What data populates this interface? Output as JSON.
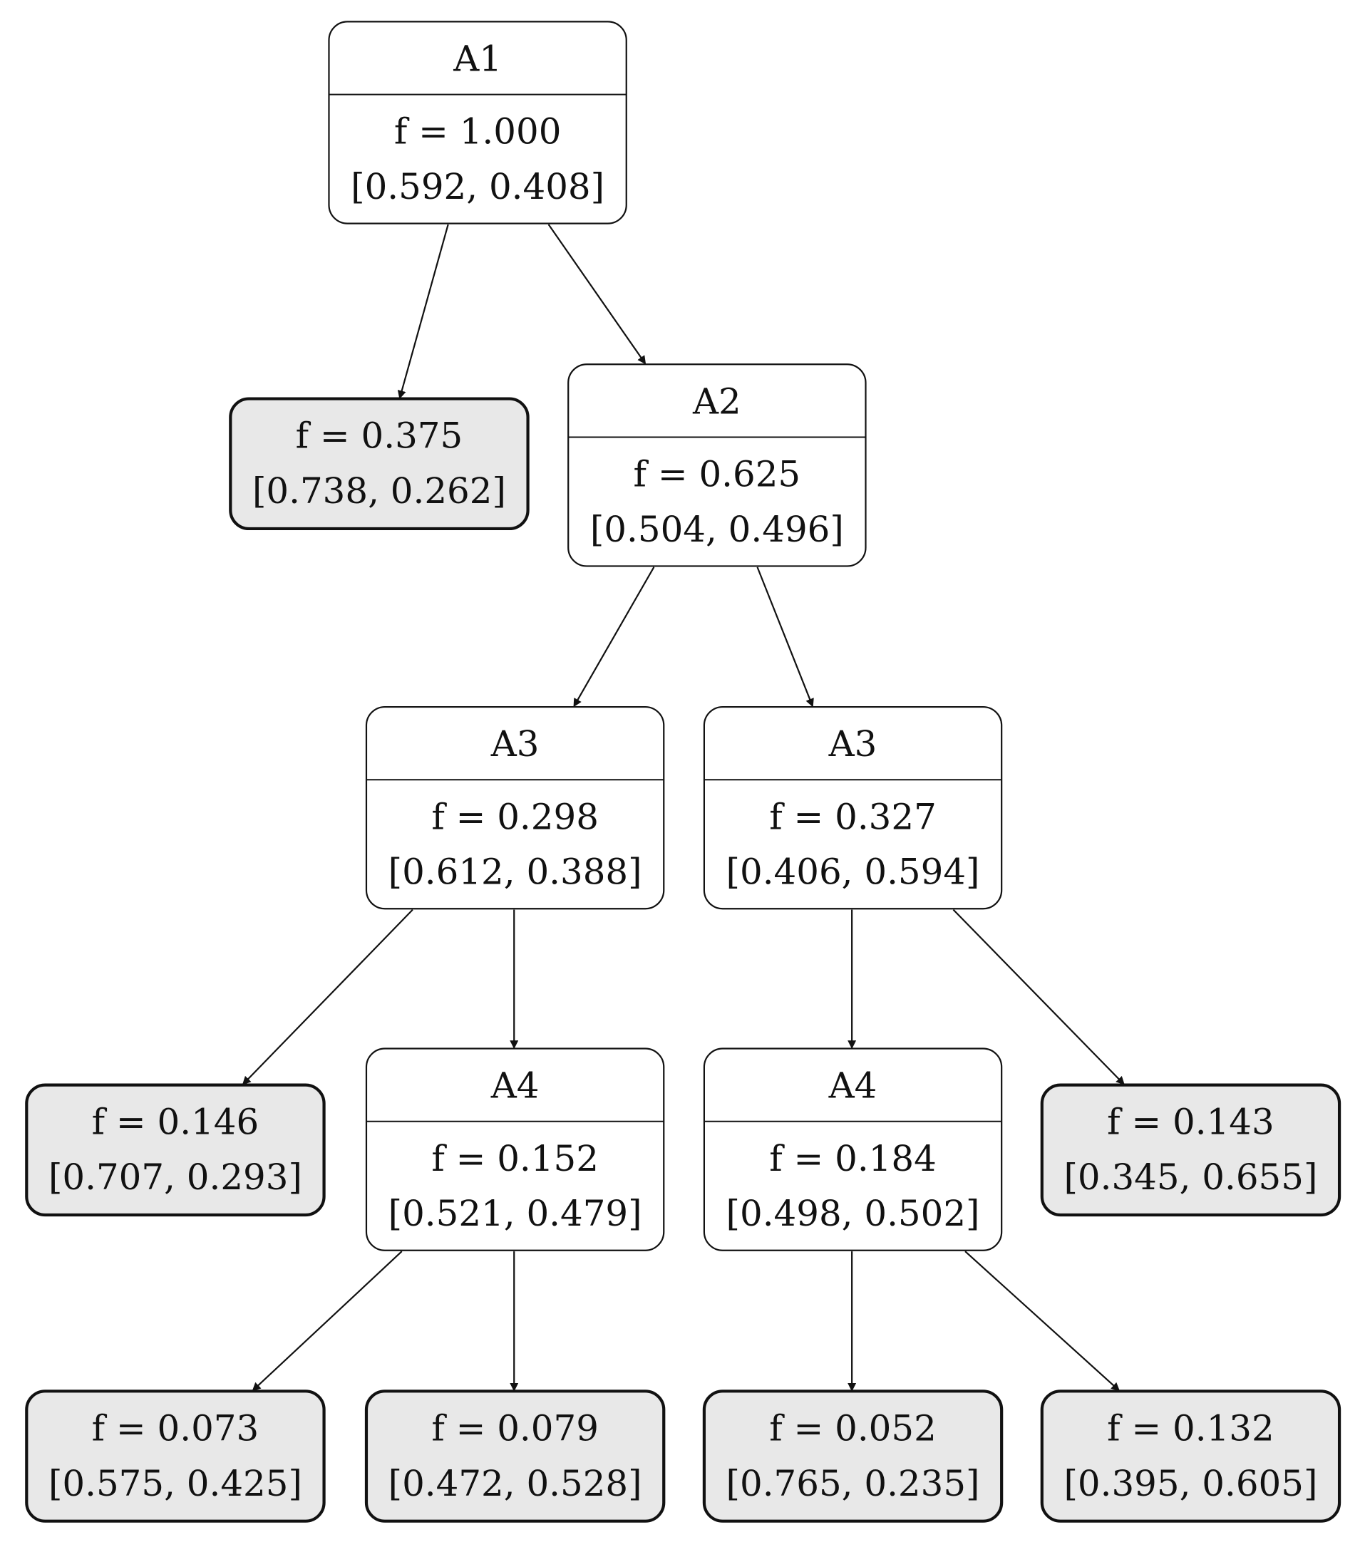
{
  "tree": {
    "nodes": [
      {
        "id": "n_a1",
        "split": "A1",
        "f": "f = 1.000",
        "dist": "[0.592, 0.408]",
        "leaf": false
      },
      {
        "id": "n_l1",
        "split": "",
        "f": "f = 0.375",
        "dist": "[0.738, 0.262]",
        "leaf": true
      },
      {
        "id": "n_a2",
        "split": "A2",
        "f": "f = 0.625",
        "dist": "[0.504, 0.496]",
        "leaf": false
      },
      {
        "id": "n_a3l",
        "split": "A3",
        "f": "f = 0.298",
        "dist": "[0.612, 0.388]",
        "leaf": false
      },
      {
        "id": "n_a3r",
        "split": "A3",
        "f": "f = 0.327",
        "dist": "[0.406, 0.594]",
        "leaf": false
      },
      {
        "id": "n_l2",
        "split": "",
        "f": "f = 0.146",
        "dist": "[0.707, 0.293]",
        "leaf": true
      },
      {
        "id": "n_a4l",
        "split": "A4",
        "f": "f = 0.152",
        "dist": "[0.521, 0.479]",
        "leaf": false
      },
      {
        "id": "n_a4r",
        "split": "A4",
        "f": "f = 0.184",
        "dist": "[0.498, 0.502]",
        "leaf": false
      },
      {
        "id": "n_l3",
        "split": "",
        "f": "f = 0.143",
        "dist": "[0.345, 0.655]",
        "leaf": true
      },
      {
        "id": "n_l4",
        "split": "",
        "f": "f = 0.073",
        "dist": "[0.575, 0.425]",
        "leaf": true
      },
      {
        "id": "n_l5",
        "split": "",
        "f": "f = 0.079",
        "dist": "[0.472, 0.528]",
        "leaf": true
      },
      {
        "id": "n_l6",
        "split": "",
        "f": "f = 0.052",
        "dist": "[0.765, 0.235]",
        "leaf": true
      },
      {
        "id": "n_l7",
        "split": "",
        "f": "f = 0.132",
        "dist": "[0.395, 0.605]",
        "leaf": true
      }
    ],
    "edges": [
      {
        "from": "n_a1",
        "to": "n_l1"
      },
      {
        "from": "n_a1",
        "to": "n_a2"
      },
      {
        "from": "n_a2",
        "to": "n_a3l"
      },
      {
        "from": "n_a2",
        "to": "n_a3r"
      },
      {
        "from": "n_a3l",
        "to": "n_l2"
      },
      {
        "from": "n_a3l",
        "to": "n_a4l"
      },
      {
        "from": "n_a3r",
        "to": "n_a4r"
      },
      {
        "from": "n_a3r",
        "to": "n_l3"
      },
      {
        "from": "n_a4l",
        "to": "n_l4"
      },
      {
        "from": "n_a4l",
        "to": "n_l5"
      },
      {
        "from": "n_a4r",
        "to": "n_l6"
      },
      {
        "from": "n_a4r",
        "to": "n_l7"
      }
    ]
  },
  "colors": {
    "split_fill": "#ffffff",
    "leaf_fill": "#e8e8e8",
    "stroke": "#111111"
  }
}
